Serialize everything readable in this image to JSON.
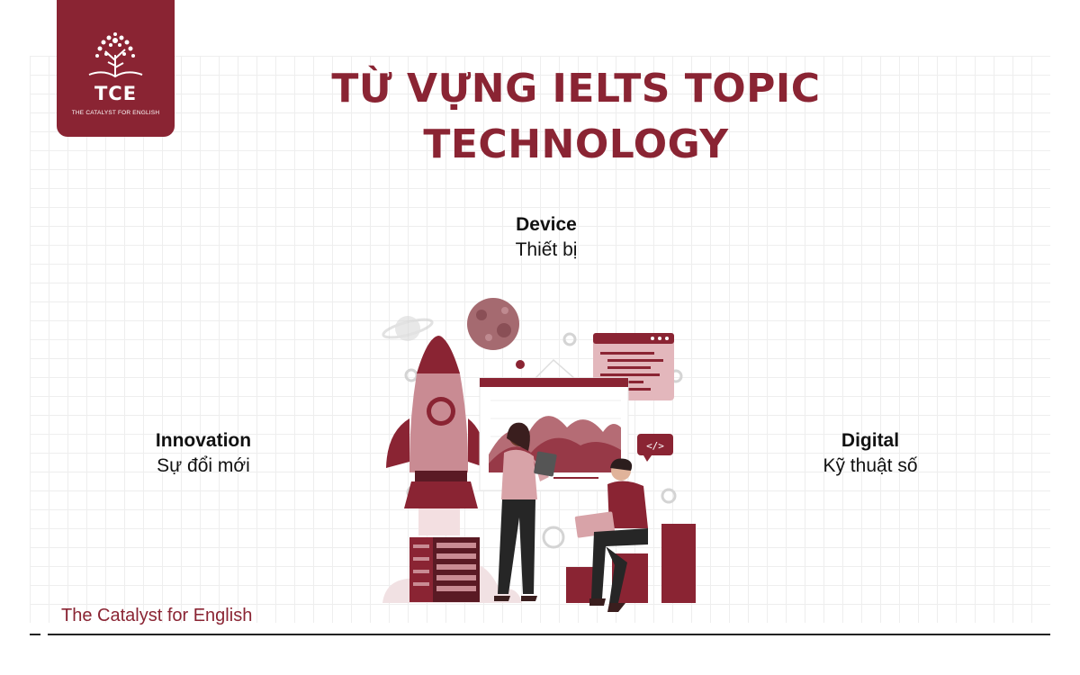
{
  "logo": {
    "name": "TCE",
    "tagline": "THE CATALYST FOR ENGLISH"
  },
  "title": {
    "line1": "TỪ VỰNG IELTS TOPIC",
    "line2": "TECHNOLOGY"
  },
  "terms": [
    {
      "english": "Device",
      "vietnamese": "Thiết bị"
    },
    {
      "english": "Innovation",
      "vietnamese": "Sự đổi mới"
    },
    {
      "english": "Digital",
      "vietnamese": "Kỹ thuật số"
    }
  ],
  "illustration": {
    "code_badge": "</>"
  },
  "footer": {
    "brand": "The Catalyst for English"
  },
  "colors": {
    "brand": "#8a2433",
    "accent_light": "#c98b93",
    "text": "#111111"
  },
  "icons": [
    "tree-book-logo-icon",
    "rocket-icon",
    "planet-icon",
    "ringed-planet-icon",
    "gear-icon",
    "code-window-icon",
    "server-rack-icon"
  ]
}
